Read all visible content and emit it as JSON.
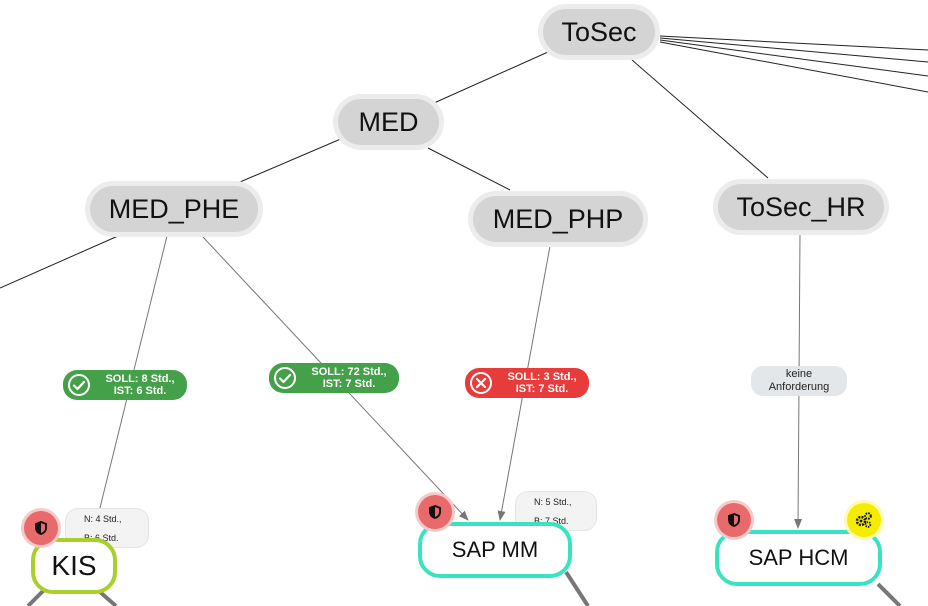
{
  "nodes": {
    "tosec": "ToSec",
    "med": "MED",
    "med_phe": "MED_PHE",
    "med_php": "MED_PHP",
    "tosec_hr": "ToSec_HR"
  },
  "apps": {
    "kis": "KIS",
    "sap_mm": "SAP MM",
    "sap_hcm": "SAP HCM"
  },
  "edge_labels": {
    "phe_kis": {
      "line1": "SOLL: 8 Std.,",
      "line2": "IST: 6 Std.",
      "status": "ok",
      "icon": "check-circle-icon",
      "color": "#45a04a"
    },
    "phe_mm": {
      "line1": "SOLL: 72 Std.,",
      "line2": "IST: 7 Std.",
      "status": "ok",
      "icon": "check-circle-icon",
      "color": "#45a04a"
    },
    "php_mm": {
      "line1": "SOLL: 3 Std.,",
      "line2": "IST: 7 Std.",
      "status": "fail",
      "icon": "x-circle-icon",
      "color": "#e83b3b"
    },
    "hr_hcm": {
      "line1": "keine",
      "line2": "Anforderung",
      "status": "none"
    }
  },
  "app_hours": {
    "kis": {
      "n": "N: 4 Std.,",
      "b": "B: 6 Std."
    },
    "sap_mm": {
      "n": "N: 5 Std.,",
      "b": "B: 7 Std."
    }
  },
  "icons": {
    "shield": "shield-icon",
    "gears": "gears-icon"
  },
  "colors": {
    "node_fill": "#d4d4d4",
    "ok": "#45a04a",
    "fail": "#e83b3b",
    "teal_border": "#38e3c0",
    "green_border": "#a8cf2a",
    "shield": "#e86a6a",
    "gears": "#f5ec00"
  }
}
